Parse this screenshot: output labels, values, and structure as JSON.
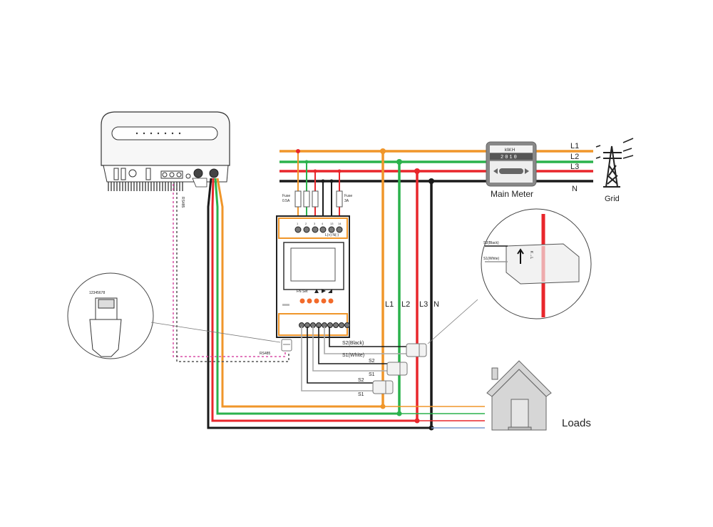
{
  "diagram": {
    "title": "Three-phase smart meter wiring diagram",
    "colors": {
      "L1": "#f0962a",
      "L2": "#2bb24c",
      "L3": "#e8262b",
      "N": "#1a1a1a",
      "rs485_a": "#d94fa6",
      "rs485_b": "#555555",
      "meter_accent": "#f0962a",
      "button": "#f26a2a"
    },
    "grid": {
      "lines": [
        {
          "id": "L1",
          "label": "L1"
        },
        {
          "id": "L2",
          "label": "L2"
        },
        {
          "id": "L3",
          "label": "L3"
        },
        {
          "id": "N",
          "label": "N"
        }
      ],
      "label": "Grid"
    },
    "main_meter": {
      "unit": "kW.H",
      "reading": "2010",
      "label": "Main Meter"
    },
    "smart_meter": {
      "top_terminals": [
        "1",
        "2",
        "3",
        "4",
        "13",
        "14"
      ],
      "top_terminal_sub": "L(+) N(-)",
      "buttons_label": "FN Set",
      "button_count": 5,
      "bottom_terminal_count": 9,
      "fuse_left": {
        "line1": "Fuse",
        "line2": "0.5A"
      },
      "fuse_right": {
        "line1": "Fuse",
        "line2": "3A"
      }
    },
    "drop_labels": [
      "L1",
      "L2",
      "L3",
      "N"
    ],
    "ct_labels": {
      "ct3_s2": "S2(Black)",
      "ct3_s1": "S1(White)",
      "ct2_s2": "S2",
      "ct2_s1": "S1",
      "ct1_s2": "S2",
      "ct1_s1": "S1"
    },
    "rs485_label": "RS485",
    "inverter_rs485_label": "RS485",
    "rj45_pins": "12345678",
    "ct_detail": {
      "s2": "S2(Black)",
      "s1": "S1(White)",
      "text": "K→L"
    },
    "loads_label": "Loads"
  }
}
